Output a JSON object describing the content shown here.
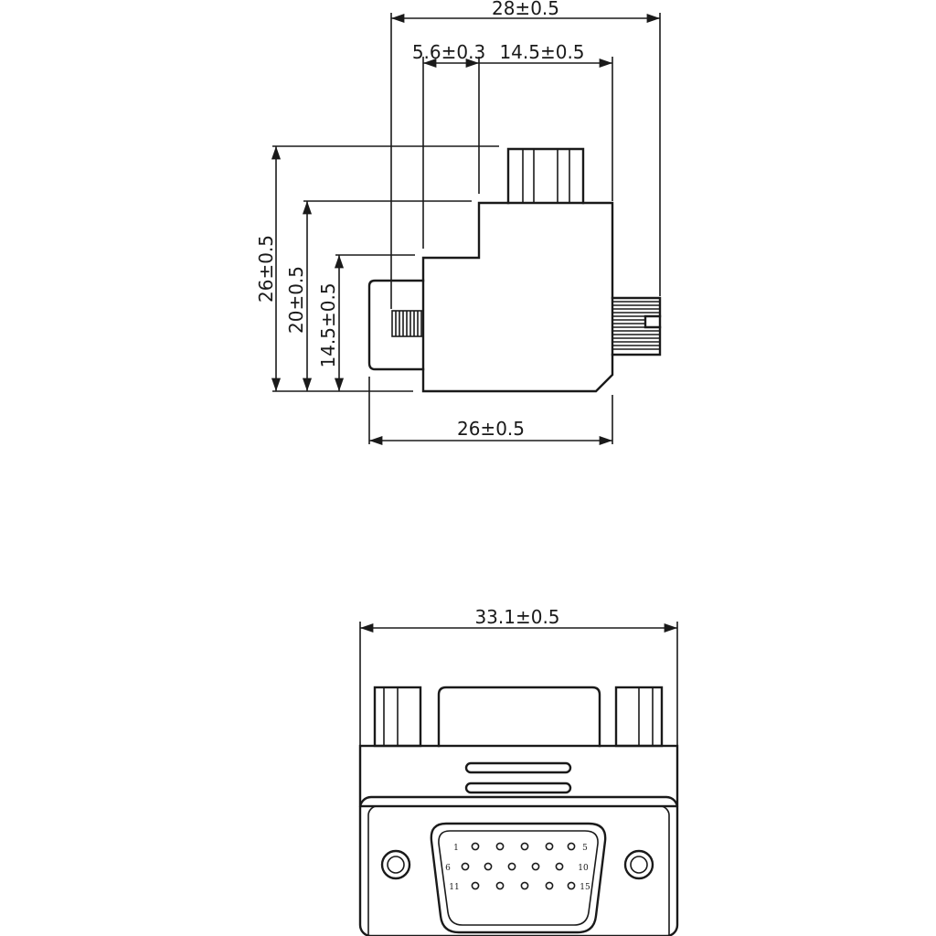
{
  "side_view": {
    "dims": {
      "overall_width_top": "28±0.5",
      "pitch_a": "5.6±0.3",
      "pitch_b": "14.5±0.5",
      "overall_height": "26±0.5",
      "body_height": "20±0.5",
      "screw_height": "14.5±0.5",
      "base_width": "26±0.5"
    }
  },
  "front_view": {
    "dims": {
      "overall_width": "33.1±0.5"
    },
    "pin_labels": {
      "p1": "1",
      "p5": "5",
      "p6": "6",
      "p10": "10",
      "p11": "11",
      "p15": "15"
    }
  }
}
